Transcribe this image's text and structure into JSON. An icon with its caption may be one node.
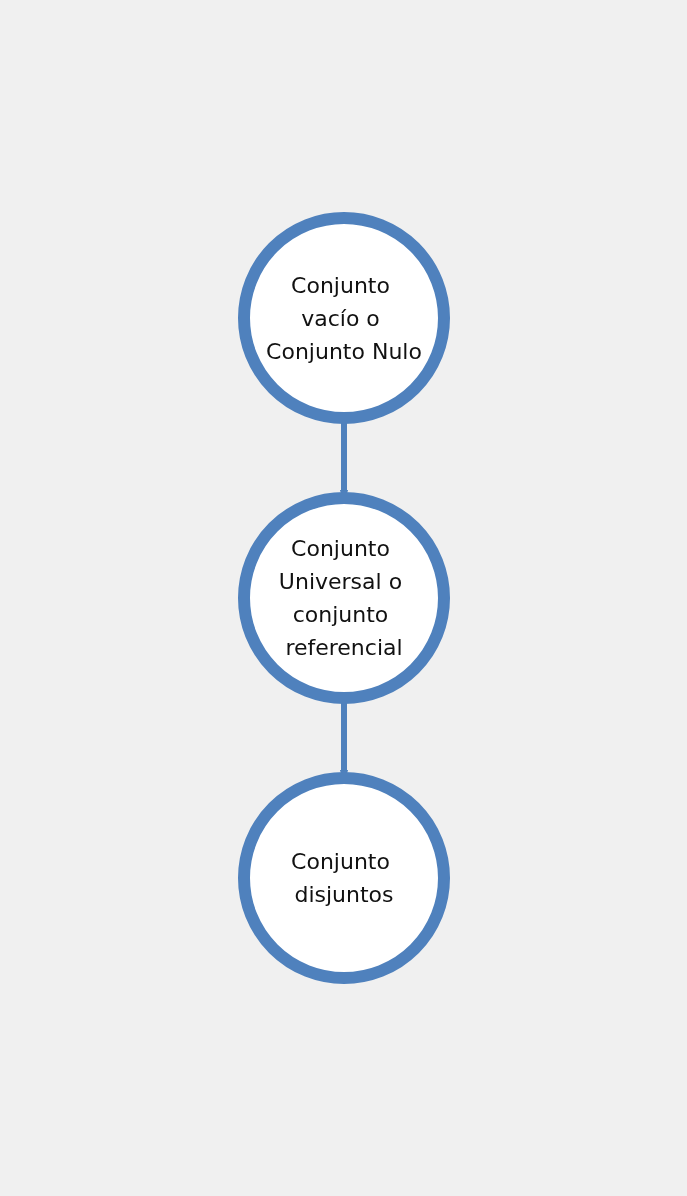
{
  "diagram": {
    "nodes": [
      {
        "text": [
          "Conjunto vacío o Conjunto Nulo"
        ]
      },
      {
        "text": [
          "Conjunto Universal o conjunto referencial"
        ]
      },
      {
        "text": [
          "Conjunto disjuntos"
        ]
      }
    ],
    "edges": [
      {
        "from": 0,
        "to": 1,
        "arrow": "to"
      },
      {
        "from": 1,
        "to": 2,
        "arrow": "to"
      }
    ]
  }
}
